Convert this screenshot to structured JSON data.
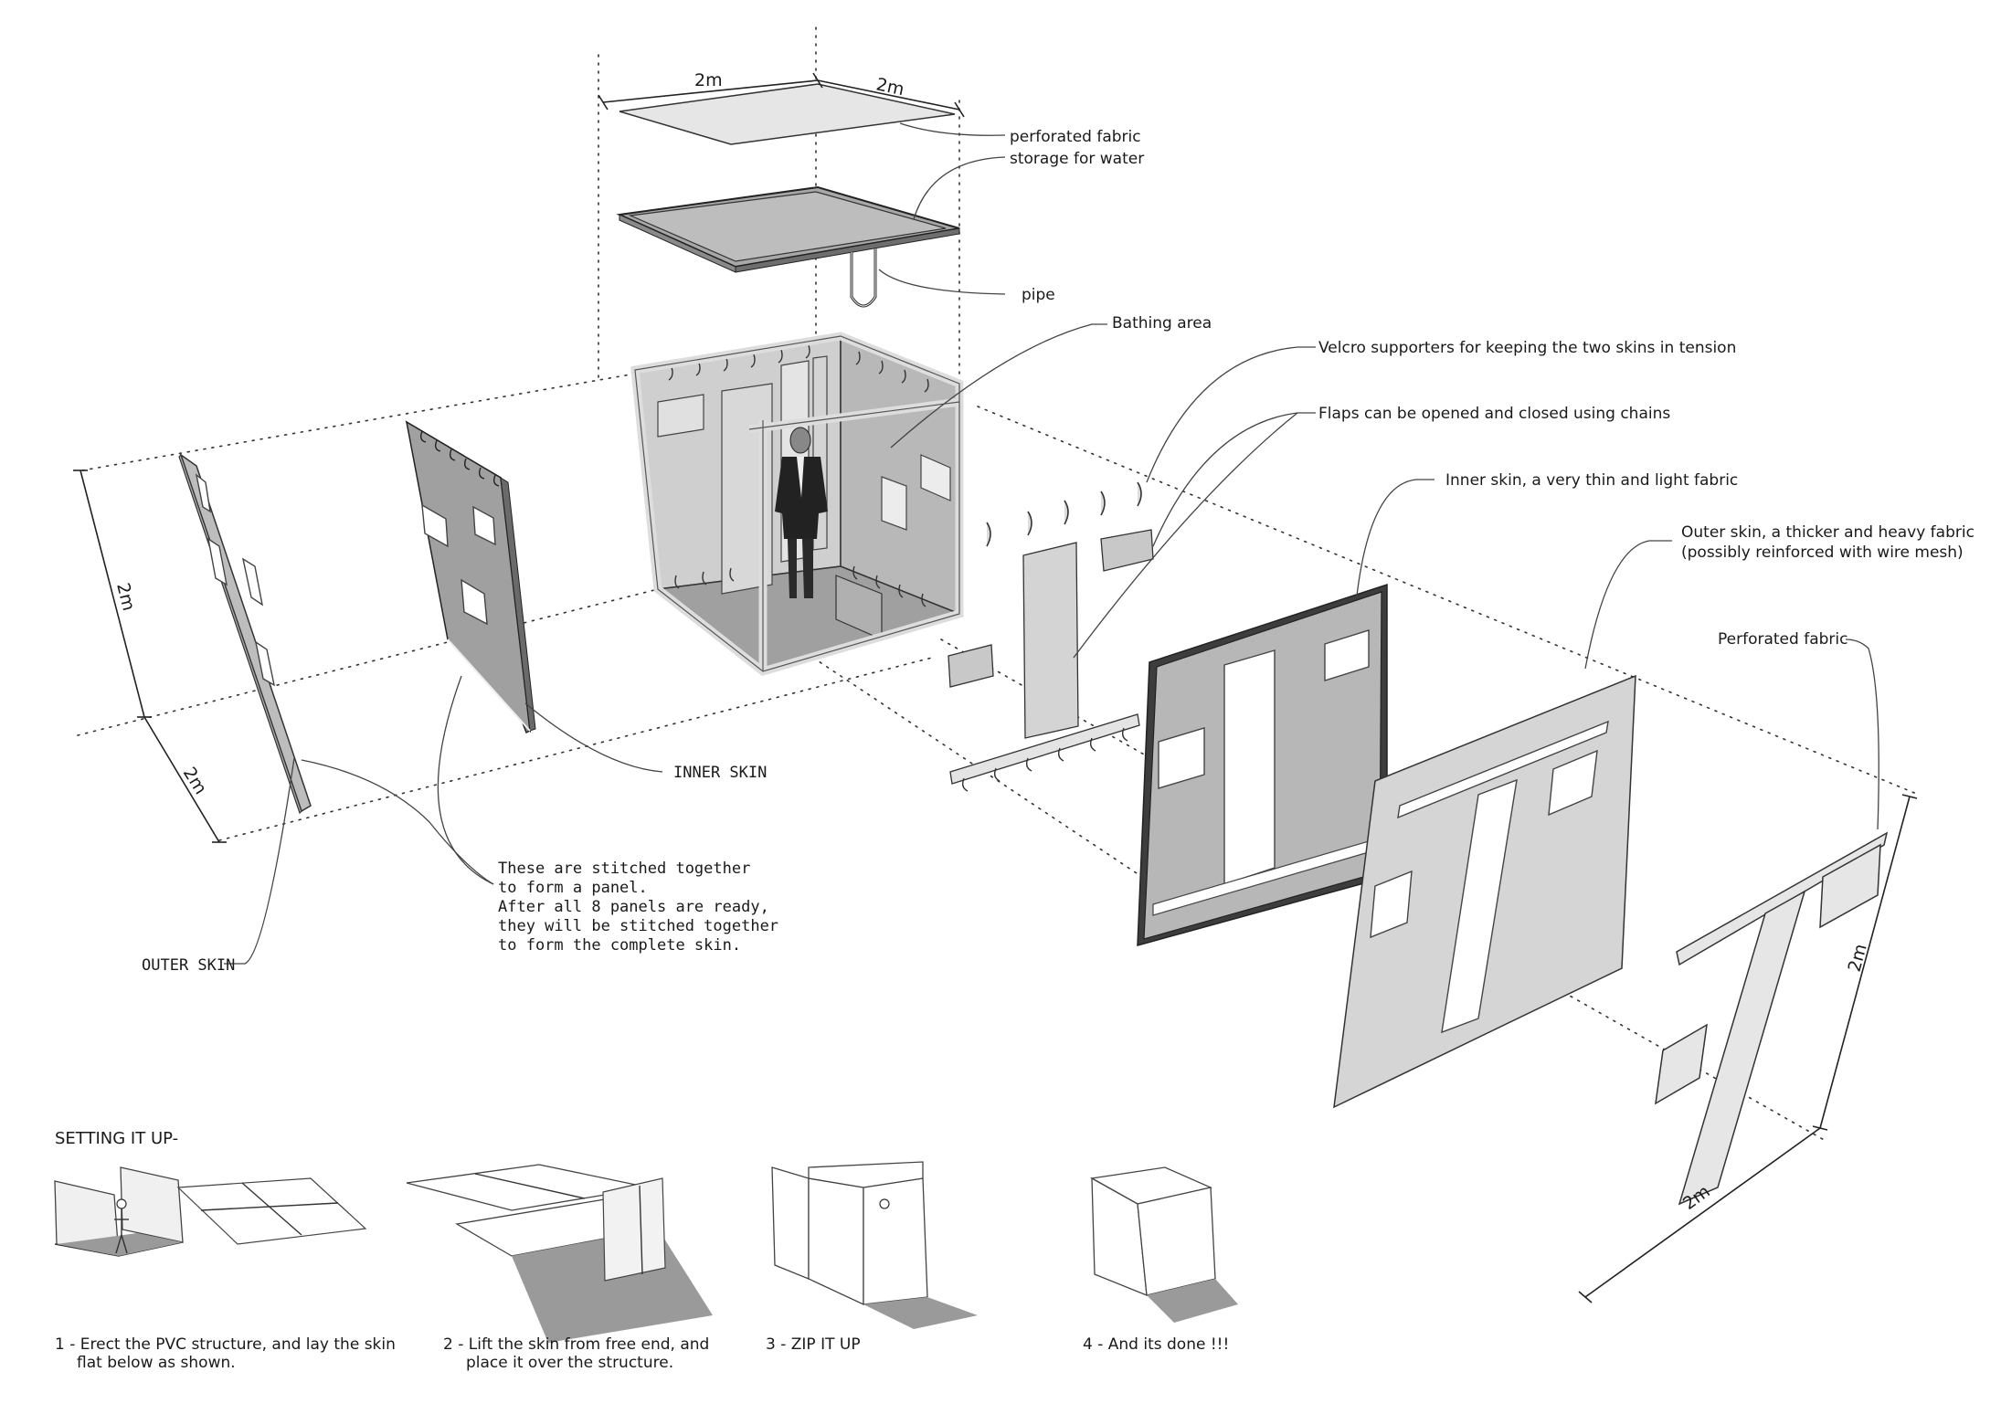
{
  "labels": {
    "perforated_fabric_top": "perforated fabric",
    "storage_for_water": "storage for water",
    "pipe": "pipe",
    "bathing_area": "Bathing area",
    "velcro": "Velcro supporters for keeping the two skins in tension",
    "flaps": "Flaps can be opened and closed using chains",
    "inner_skin_desc": "Inner skin, a very thin and light fabric",
    "outer_skin_desc_1": "Outer skin, a thicker and heavy fabric",
    "outer_skin_desc_2": "(possibly reinforced with wire mesh)",
    "perforated_fabric_right": "Perforated fabric",
    "inner_skin": "INNER SKIN",
    "outer_skin": "OUTER SKIN",
    "stitch_note": [
      "These are stitched together",
      "to form a panel.",
      "After all 8 panels are ready,",
      "they will be stitched together",
      "to form the complete skin."
    ]
  },
  "dimensions": {
    "top_left": "2m",
    "top_right": "2m",
    "left_vertical": "2m",
    "left_bottom": "2m",
    "right_vertical": "2m",
    "right_bottom": "2m"
  },
  "setup": {
    "heading": "SETTING IT UP-",
    "steps": [
      {
        "line1": "1 - Erect the PVC structure, and lay the skin",
        "line2": "flat below as shown."
      },
      {
        "line1": "2 - Lift the skin from free end, and",
        "line2": "place it over the structure."
      },
      {
        "line1": "3 - ZIP IT UP",
        "line2": ""
      },
      {
        "line1": "4 - And its done !!!",
        "line2": ""
      }
    ]
  }
}
